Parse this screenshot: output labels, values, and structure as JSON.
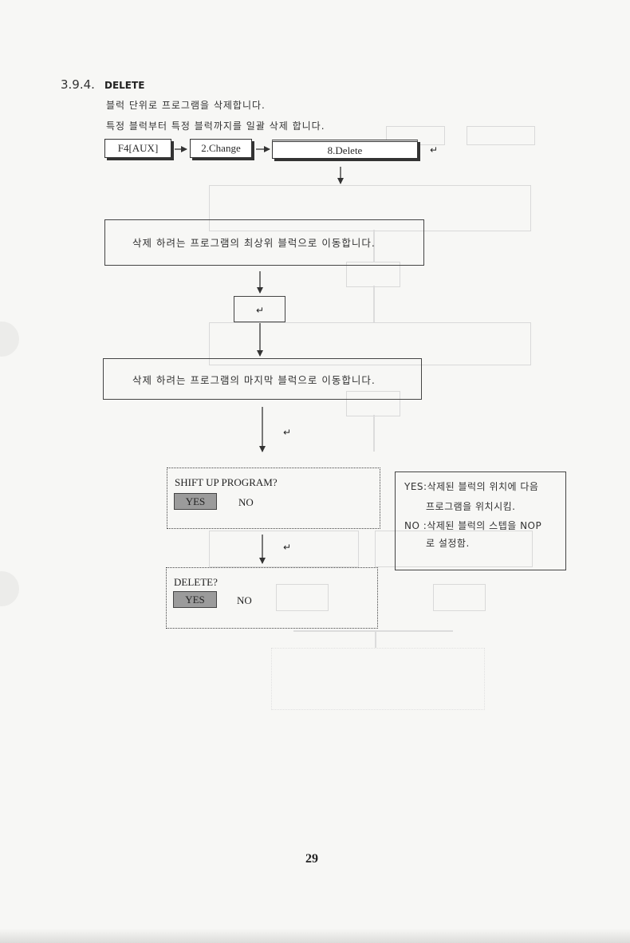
{
  "section": {
    "number": "3.9.4.",
    "title": "DELETE",
    "desc_lines": [
      "블럭 단위로 프로그램을 삭제합니다.",
      "특정 블럭부터 특정 블럭까지를 일괄 삭제 합니다."
    ]
  },
  "keys": {
    "aux": "F4[AUX]",
    "change": "2.Change",
    "delete": "8.Delete",
    "enter": "↵"
  },
  "flow": {
    "step1": "삭제 하려는 프로그램의 최상위 블럭으로 이동합니다.",
    "step2": "삭제 하려는 프로그램의 마지막 블럭으로 이동합니다.",
    "enter_key": "↵",
    "enter_after_step2": "↵",
    "enter_after_shift": "↵"
  },
  "dialogs": {
    "shift": {
      "prompt": "SHIFT UP PROGRAM?",
      "yes": "YES",
      "no": "NO"
    },
    "delete": {
      "prompt": "DELETE?",
      "yes": "YES",
      "no": "NO"
    }
  },
  "note": {
    "yes_line1": "YES:삭제된 블럭의 위치에 다음",
    "yes_line2": "프로그램을 위치시킴.",
    "no_line1": "NO :삭제된 블럭의 스텝을 NOP",
    "no_line2": "로 설정함."
  },
  "page_number": "29"
}
